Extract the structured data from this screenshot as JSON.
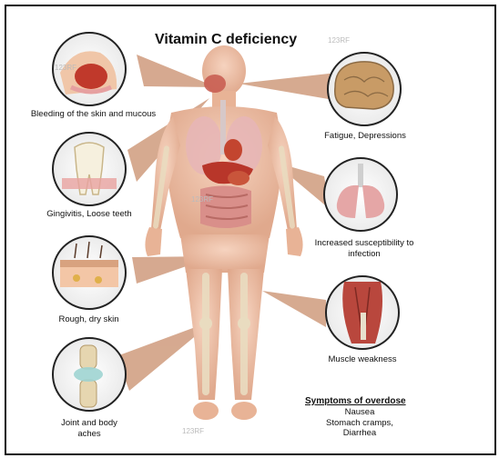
{
  "title": "Vitamin C deficiency",
  "labels": {
    "skin_bleeding": "Bleeding of the skin and mucous",
    "gingivitis": "Gingivitis, Loose teeth",
    "rough_skin": "Rough, dry skin",
    "joint": "Joint and body aches",
    "fatigue": "Fatigue, Depressions",
    "infection": "Increased susceptibility to infection",
    "muscle": "Muscle weakness"
  },
  "overdose": {
    "heading": "Symptoms of overdose",
    "items": [
      "Nausea",
      "Stomach cramps,",
      "Diarrhea"
    ]
  },
  "watermark": "123RF",
  "colors": {
    "skin": "#f1c3a8",
    "skin_shade": "#dca086",
    "ray": "#cf9b7d",
    "organ_red": "#b8362a",
    "lung": "#e7b6b6",
    "bone": "#e9dcc0",
    "intestine": "#d98f8a"
  }
}
